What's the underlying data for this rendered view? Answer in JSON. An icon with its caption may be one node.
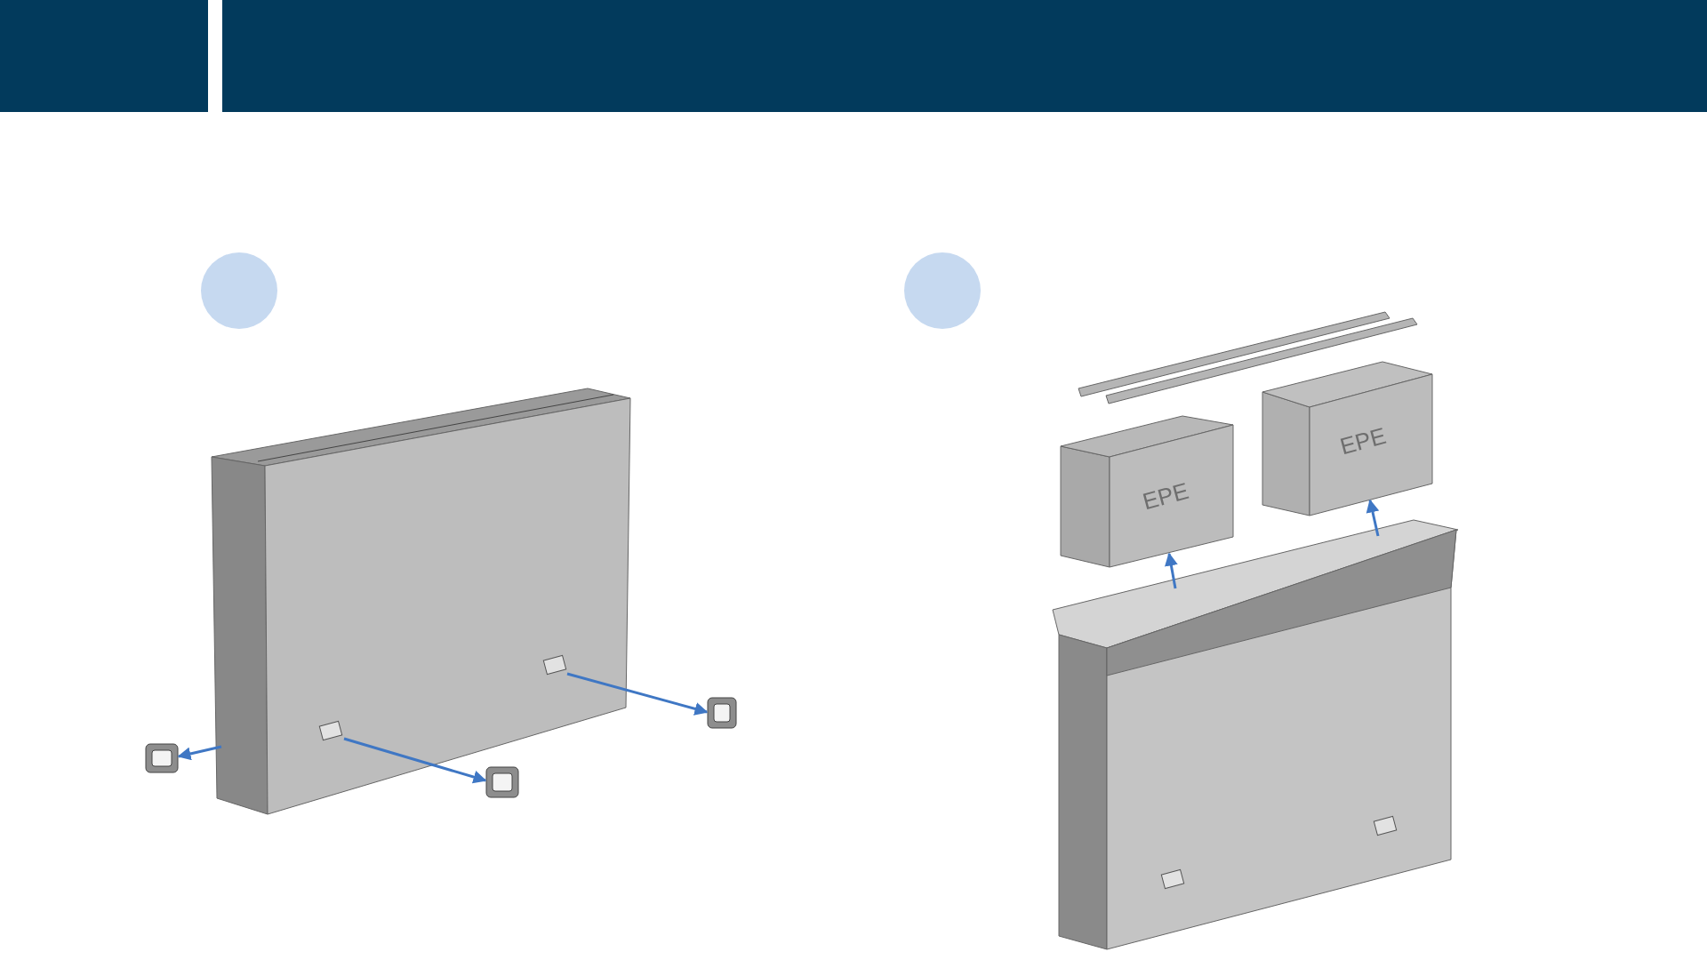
{
  "diagram": {
    "nodes": [
      {
        "text": [],
        "shape": "circle"
      },
      {
        "text": [],
        "shape": "box"
      },
      {
        "text": [],
        "shape": "box"
      },
      {
        "text": [],
        "shape": "box"
      },
      {
        "text": [],
        "shape": "box"
      },
      {
        "text": [],
        "shape": "circle"
      },
      {
        "text": [
          "EPE"
        ]
      },
      {
        "text": [
          "EPE"
        ]
      },
      {
        "text": [],
        "shape": "box"
      }
    ],
    "edges": [
      {
        "from": 1,
        "to": 2,
        "arrow": "to"
      },
      {
        "from": 1,
        "to": 3,
        "arrow": "to"
      },
      {
        "from": 1,
        "to": 4,
        "arrow": "to"
      },
      {
        "from": 8,
        "to": 6,
        "arrow": "to"
      },
      {
        "from": 8,
        "to": 7,
        "arrow": "to"
      }
    ]
  }
}
